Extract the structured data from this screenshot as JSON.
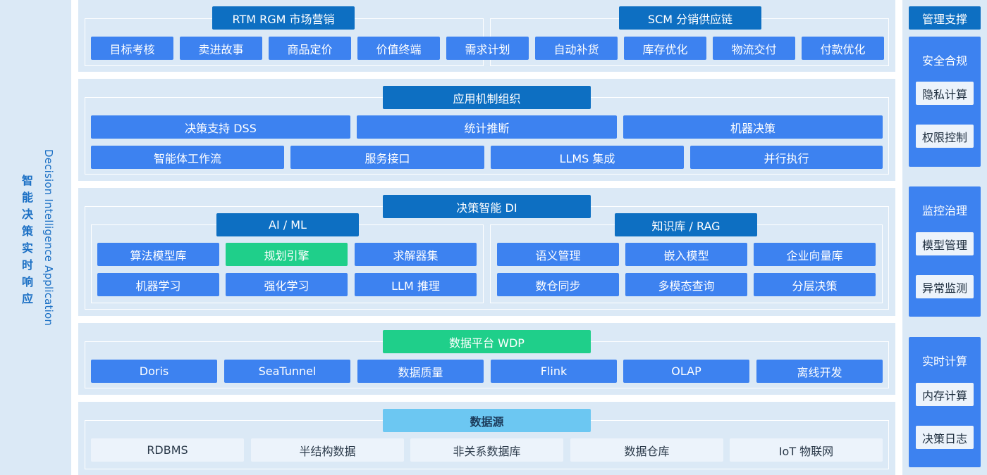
{
  "sidebar": {
    "title_cn": "智能决策实时响应",
    "title_en": "Decision Intelligence Application"
  },
  "marketing": {
    "rtm_title": "RTM RGM 市场营销",
    "scm_title": "SCM 分销供应链",
    "rtm_items": [
      "目标考核",
      "卖进故事",
      "商品定价",
      "价值终端",
      "需求计划"
    ],
    "scm_items": [
      "自动补货",
      "库存优化",
      "物流交付",
      "付款优化"
    ]
  },
  "application": {
    "title": "应用机制组织",
    "row1": [
      "决策支持 DSS",
      "统计推断",
      "机器决策"
    ],
    "row2": [
      "智能体工作流",
      "服务接口",
      "LLMS 集成",
      "并行执行"
    ]
  },
  "di": {
    "title": "决策智能 DI",
    "aiml": {
      "title": "AI / ML",
      "row1": [
        "算法模型库",
        "规划引擎",
        "求解器集"
      ],
      "row2": [
        "机器学习",
        "强化学习",
        "LLM 推理"
      ]
    },
    "rag": {
      "title": "知识库 / RAG",
      "row1": [
        "语义管理",
        "嵌入模型",
        "企业向量库"
      ],
      "row2": [
        "数仓同步",
        "多模态查询",
        "分层决策"
      ]
    }
  },
  "wdp": {
    "title": "数据平台 WDP",
    "items": [
      "Doris",
      "SeaTunnel",
      "数据质量",
      "Flink",
      "OLAP",
      "离线开发"
    ]
  },
  "sources": {
    "title": "数据源",
    "items": [
      "RDBMS",
      "半结构数据",
      "非关系数据库",
      "数据仓库",
      "IoT 物联网"
    ]
  },
  "right_panel": {
    "title": "管理支撑",
    "groups": [
      {
        "title": "安全合规",
        "items": [
          "隐私计算",
          "权限控制"
        ]
      },
      {
        "title": "监控治理",
        "items": [
          "模型管理",
          "异常监测"
        ]
      },
      {
        "title": "实时计算",
        "items": [
          "内存计算",
          "决策日志"
        ]
      }
    ]
  },
  "colors": {
    "band": "#dbe9f6",
    "title_dark": "#0d6fc2",
    "box_blue": "#3d82f0",
    "accent_green": "#1fcf8a",
    "source_title": "#6cc7f2",
    "pale_box": "#ecf3fb"
  }
}
